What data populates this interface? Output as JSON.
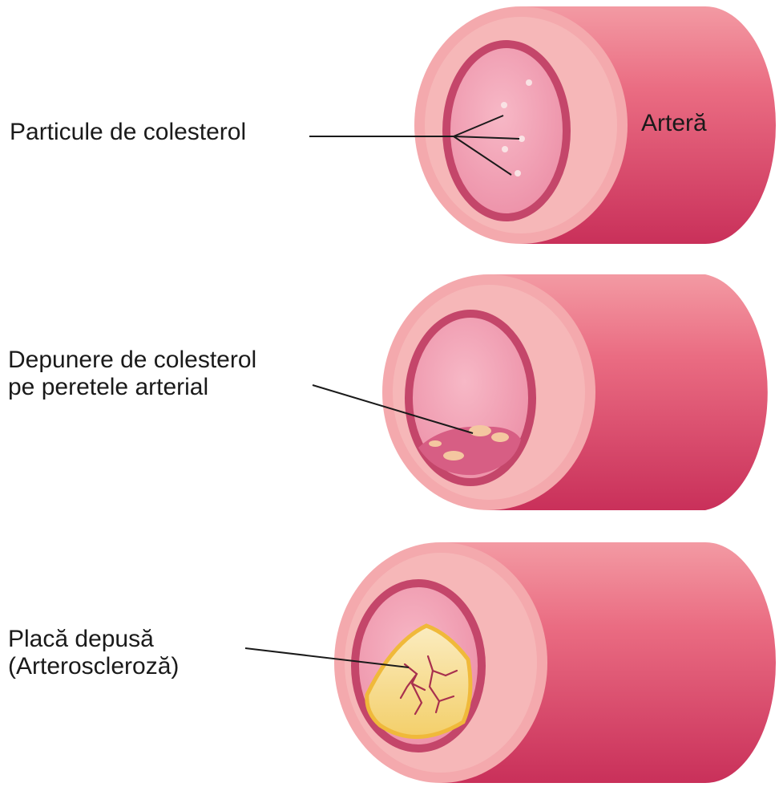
{
  "panels": [
    {
      "stage": "healthy",
      "label_lines": [
        "Particule de colesterol"
      ]
    },
    {
      "stage": "deposit",
      "label_lines": [
        "Depunere de colesterol",
        "pe peretele arterial"
      ]
    },
    {
      "stage": "plaque",
      "label_lines": [
        "Placă depusă",
        "(Arteroscleroză)"
      ]
    }
  ],
  "artery_label": "Arteră",
  "colors": {
    "tube_light": "#ee7f8e",
    "tube_dark": "#cc3b5c",
    "outer_rim": "#f4aaae",
    "inner_ring": "#c6486a",
    "lumen": "#f2a2b6",
    "deposit": "#f4c7a0",
    "plaque": "#f6d794",
    "plaque_edge": "#f2c040"
  }
}
